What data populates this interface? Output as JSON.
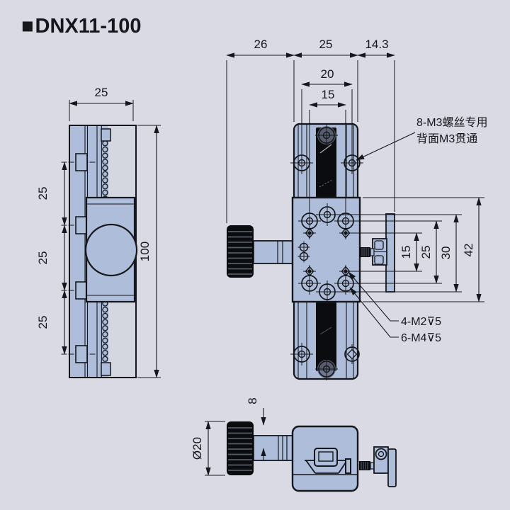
{
  "title": {
    "marker": "■",
    "model": "DNX11-100"
  },
  "colors": {
    "background": "#d9dae3",
    "part_fill": "#aebdd9",
    "slot_light_fill": "#d4d6e0",
    "dark_fill": "#0b0c10",
    "line": "#171921"
  },
  "left_view": {
    "width_dim": "25",
    "hole_spacing_dim_1": "25",
    "hole_spacing_dim_2": "25",
    "hole_spacing_dim_3": "25",
    "height_dim": "100"
  },
  "front_view": {
    "knob_length_dim": "26",
    "rail_width_dim": "25",
    "side_clamp_dim": "14.3",
    "rail_hole_span_dim": "20",
    "carriage_hole_span_dim": "15",
    "right_dim_inner": "15",
    "right_dim_mid": "25",
    "right_dim_outer": "30",
    "right_dim_overall": "42",
    "callout_m3_line1": "8-M3螺丝专用",
    "callout_m3_line2": "背面M3贯通",
    "callout_m2": "4-M2⊽5",
    "callout_m4": "6-M4⊽5"
  },
  "bottom_view": {
    "knob_diameter_dim": "Ø20",
    "shaft_dim": "8"
  }
}
